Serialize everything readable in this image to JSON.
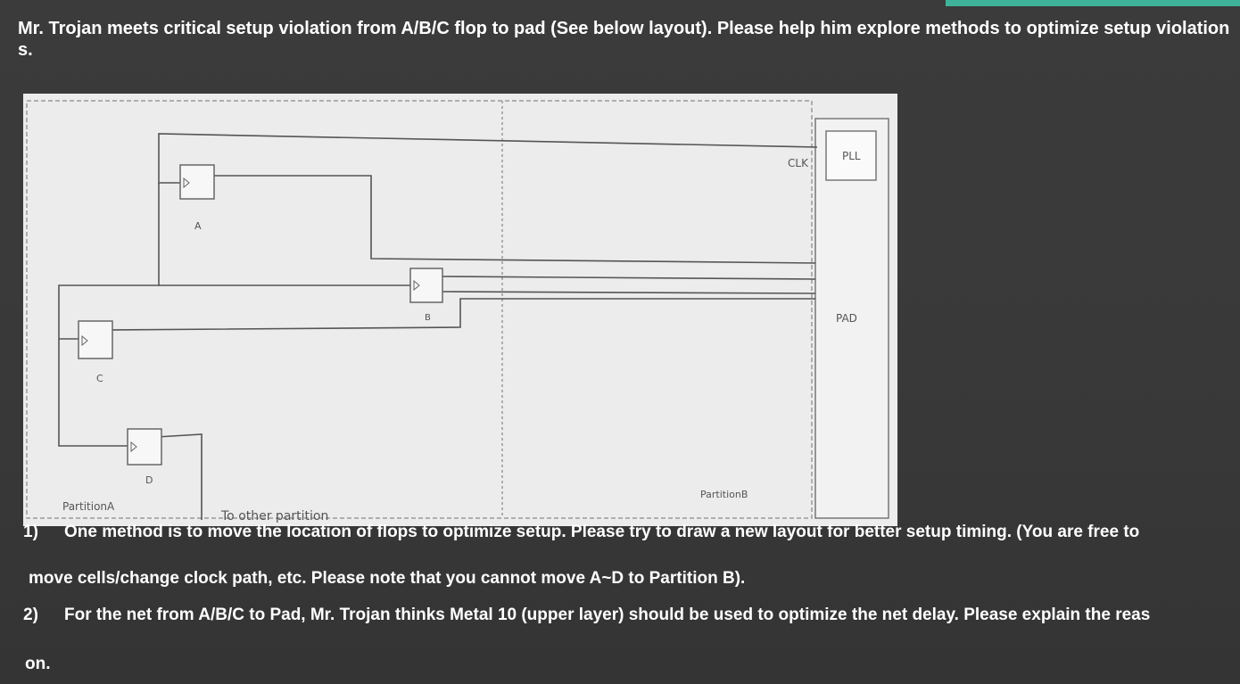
{
  "question": {
    "text": "Mr. Trojan meets critical setup violation from A/B/C flop to pad (See below layout). Please help him explore methods to optimize setup violations."
  },
  "layout_figure": {
    "labels": {
      "clk": "CLK",
      "pll": "PLL",
      "pad": "PAD",
      "flop_a": "A",
      "flop_b": "B",
      "flop_c": "C",
      "flop_d": "D",
      "partition_a": "PartitionA",
      "partition_b": "PartitionB",
      "to_other": "To other partition"
    }
  },
  "questions": [
    {
      "number": "1)",
      "line1": "One method is to move the location of flops to optimize setup. Please try to draw a new layout for better setup timing. (You are free to",
      "line2": "move cells/change clock path, etc. Please note that you cannot move A~D to Partition B)."
    },
    {
      "number": "2)",
      "line1": "For the net from A/B/C to Pad, Mr. Trojan thinks Metal 10 (upper layer) should be used to optimize the net delay. Please explain the reas",
      "line2": "on."
    }
  ]
}
